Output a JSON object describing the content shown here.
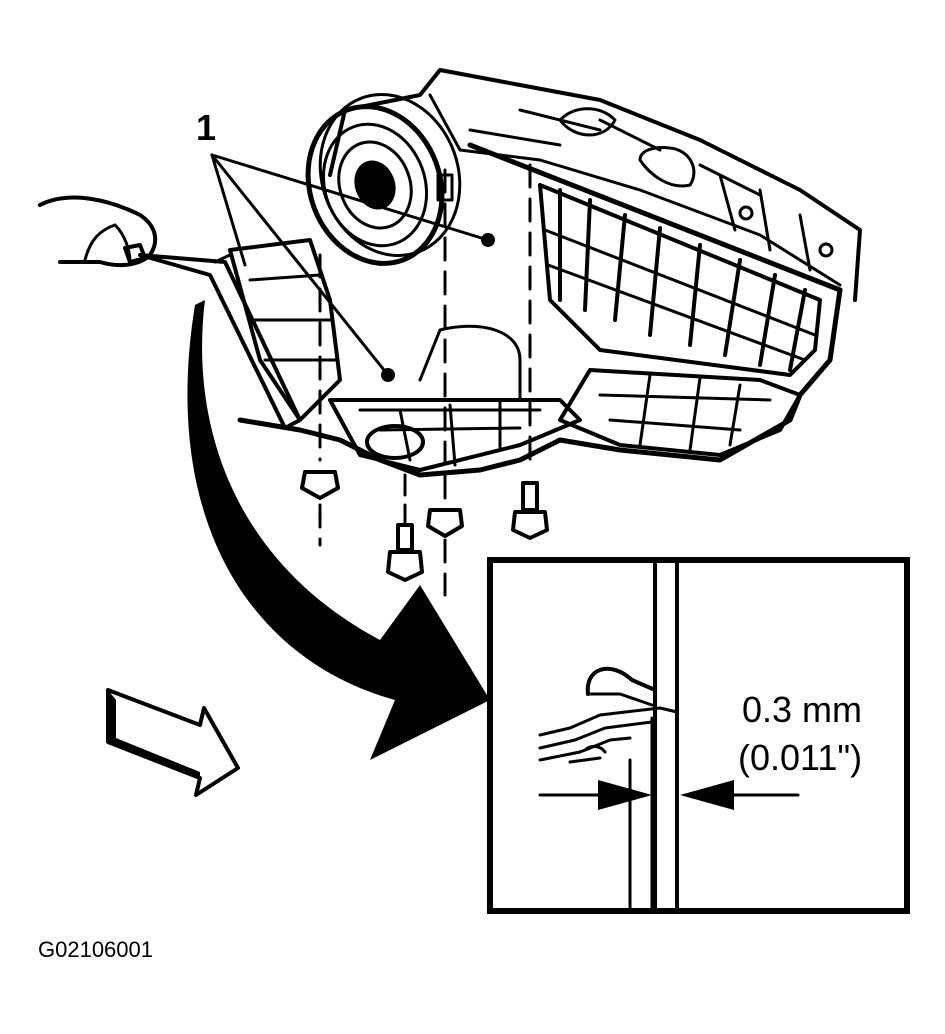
{
  "callout": {
    "number": "1"
  },
  "detail": {
    "measurement_mm": "0.3 mm",
    "measurement_in": "(0.011\")"
  },
  "figure_id": "G02106001",
  "colors": {
    "ink": "#000000",
    "paper": "#ffffff"
  }
}
